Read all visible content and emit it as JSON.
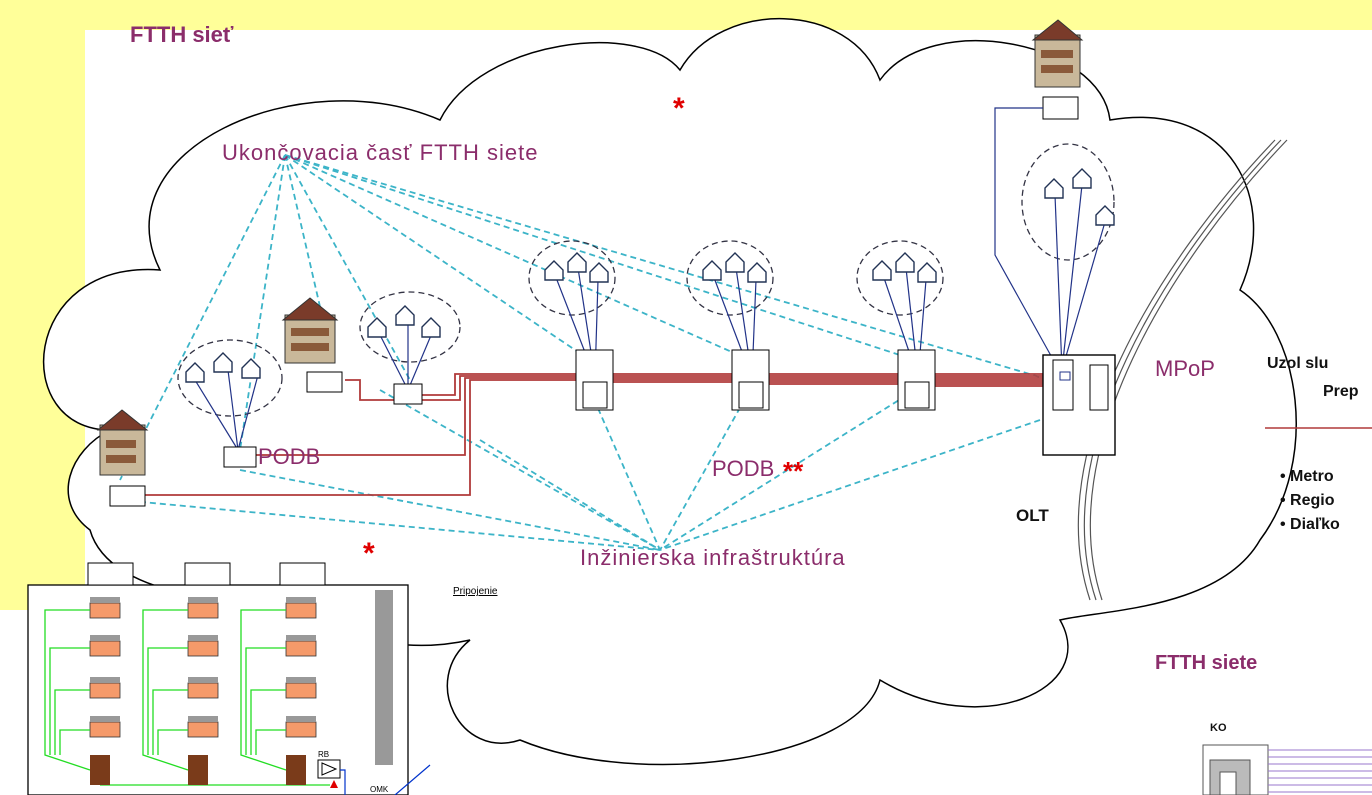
{
  "title": "FTTH sieť",
  "labels": {
    "termination": "Ukončovacia časť FTTH siete",
    "podb_left": "PODB",
    "podb_mid": "PODB",
    "podb_stars": "**",
    "infrastructure": "Inžinierska infraštruktúra",
    "mpop": "MPoP",
    "olt": "OLT",
    "node_line1": "Uzol slu",
    "node_line2": "Prep",
    "bullet_1": "• Metro",
    "bullet_2": "• Regio",
    "bullet_3": "• Diaľko",
    "ftth_siete": "FTTH siete",
    "ko": "KO",
    "pripojenie": "Pripojenie",
    "rb": "RB",
    "omk": "OMK",
    "star_single": "*"
  },
  "colors": {
    "accent": "#8b2d6b",
    "star": "#e00000",
    "fiber": "#b03a3a",
    "dashed": "#3cb4c8",
    "background_band": "#ffff99",
    "green_riser": "#22dd22"
  },
  "icons": [
    "cloud",
    "house-icon",
    "building-icon",
    "splitter-box",
    "olt-rack"
  ]
}
